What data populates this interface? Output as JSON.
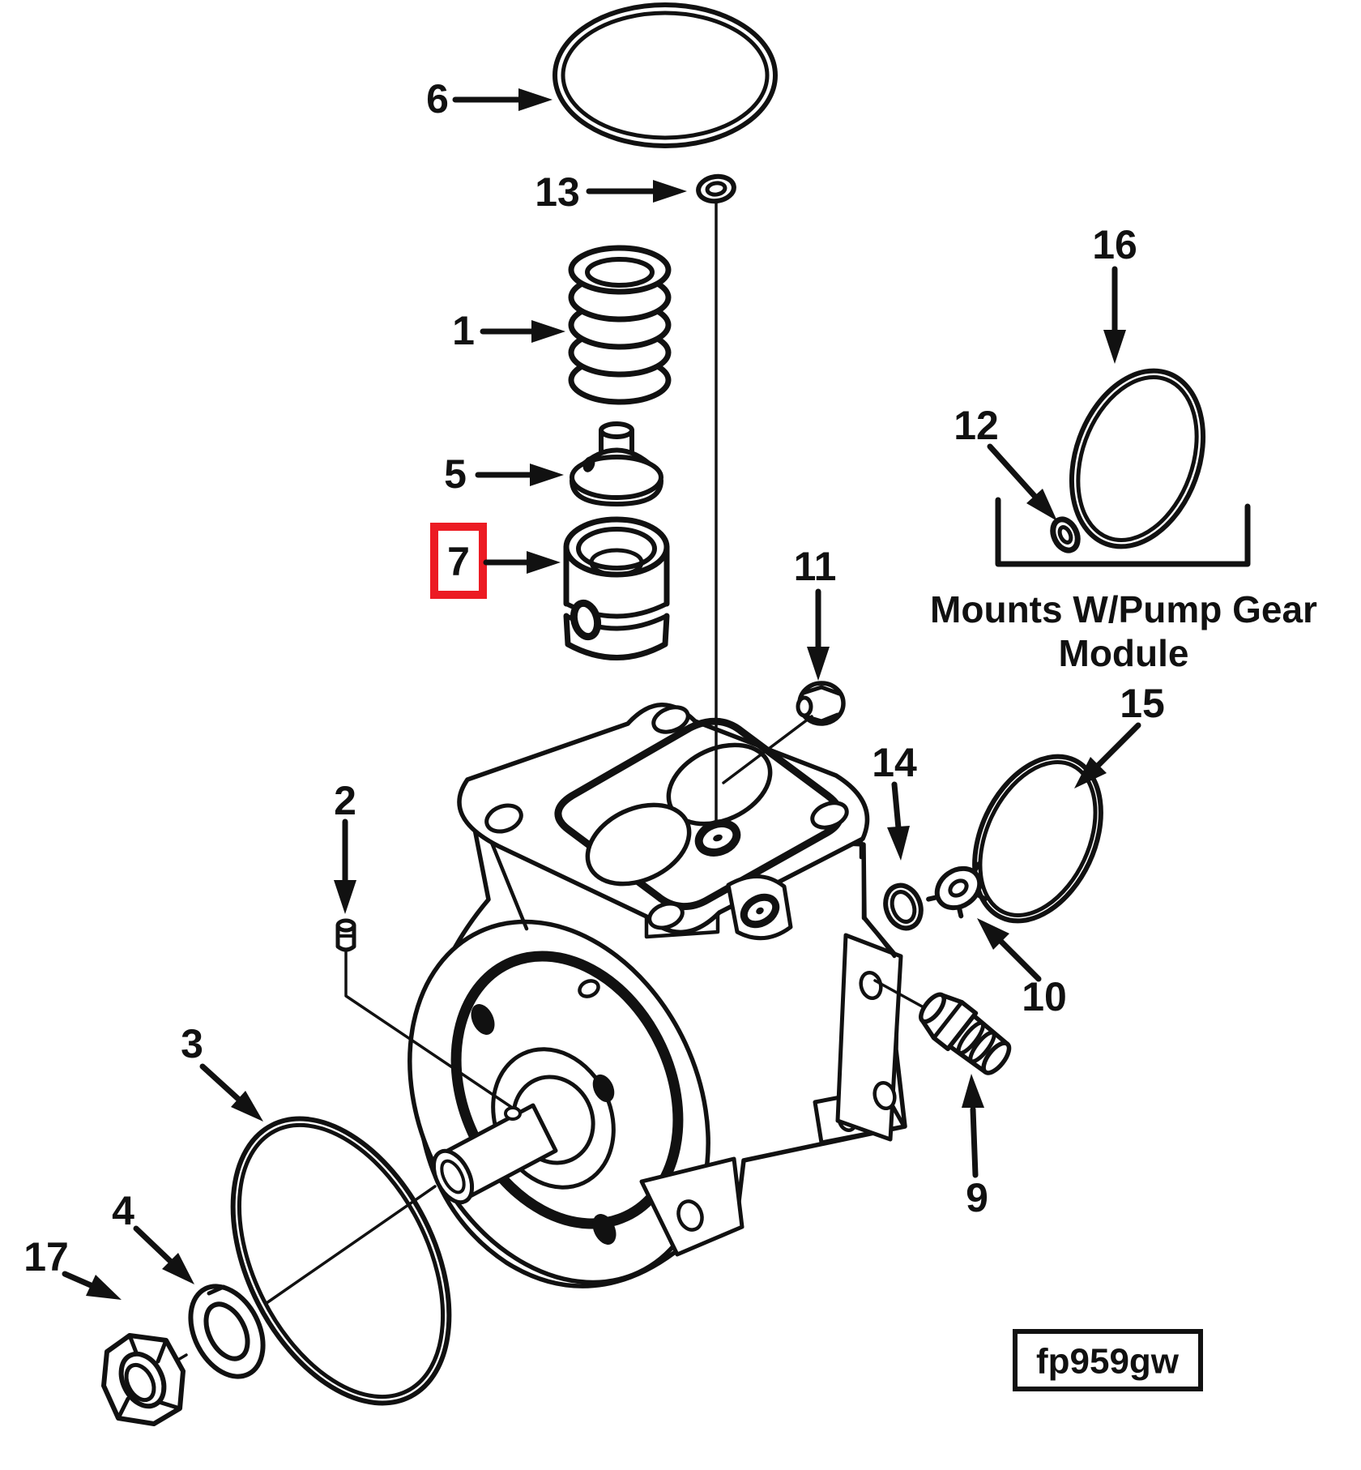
{
  "diagram": {
    "figure_code": "fp959gw",
    "note": {
      "line1": "Mounts W/Pump Gear",
      "line2": "Module"
    },
    "highlight": {
      "item": "7",
      "color": "#ec1b23"
    },
    "colors": {
      "line": "#111111",
      "background": "#ffffff"
    },
    "callouts": {
      "c1": {
        "label": "1"
      },
      "c2": {
        "label": "2"
      },
      "c3": {
        "label": "3"
      },
      "c4": {
        "label": "4"
      },
      "c5": {
        "label": "5"
      },
      "c6": {
        "label": "6"
      },
      "c7": {
        "label": "7"
      },
      "c9": {
        "label": "9"
      },
      "c10": {
        "label": "10"
      },
      "c11": {
        "label": "11"
      },
      "c12": {
        "label": "12"
      },
      "c13": {
        "label": "13"
      },
      "c14": {
        "label": "14"
      },
      "c15": {
        "label": "15"
      },
      "c16": {
        "label": "16"
      },
      "c17": {
        "label": "17"
      }
    }
  }
}
